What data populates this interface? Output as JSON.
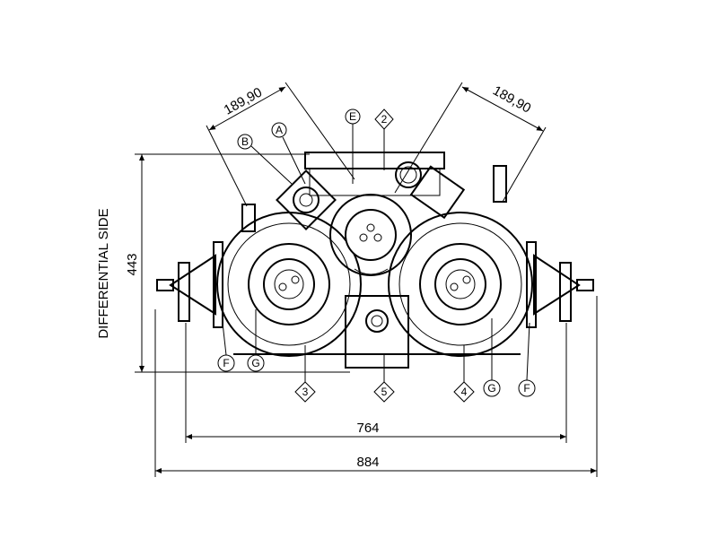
{
  "dimensions": {
    "angle_left": "189,90",
    "angle_right": "189,90",
    "height": "443",
    "inner_width": "764",
    "overall_width": "884"
  },
  "side_label": "DIFFERENTIAL SIDE",
  "callouts": {
    "a": "A",
    "b": "B",
    "e": "E",
    "two": "2",
    "three": "3",
    "four": "4",
    "five": "5",
    "f_left": "F",
    "g_left": "G",
    "g_right": "G",
    "f_right": "F"
  }
}
